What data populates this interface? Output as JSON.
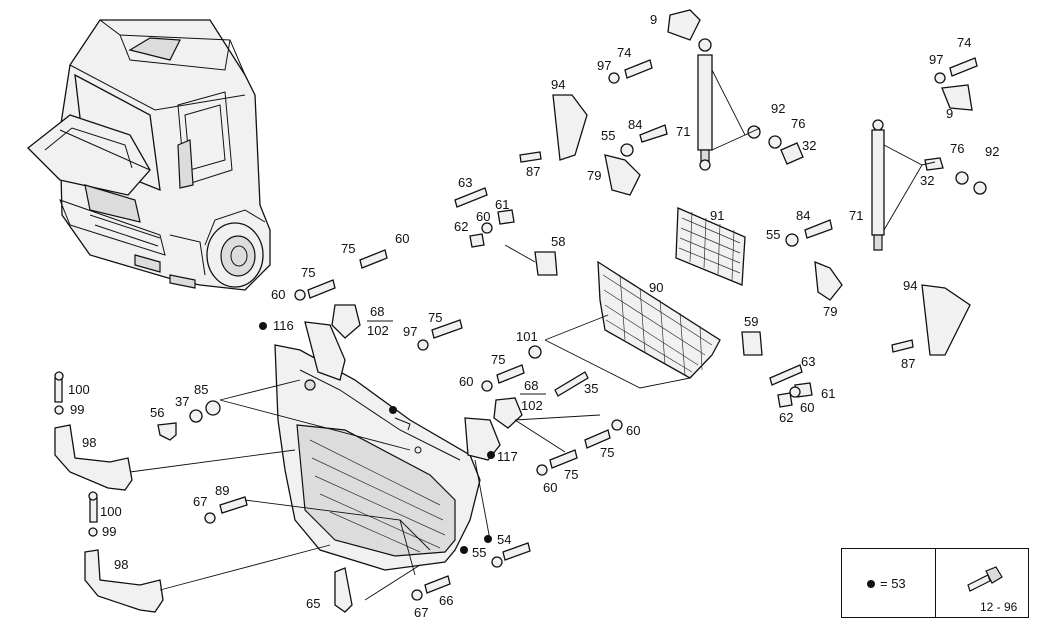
{
  "diagram": {
    "labels": [
      {
        "id": "p9a",
        "text": "9"
      },
      {
        "id": "p97a",
        "text": "97"
      },
      {
        "id": "p74a",
        "text": "74"
      },
      {
        "id": "p94a",
        "text": "94"
      },
      {
        "id": "p87a",
        "text": "87"
      },
      {
        "id": "p55a",
        "text": "55"
      },
      {
        "id": "p84a",
        "text": "84"
      },
      {
        "id": "p71a",
        "text": "71"
      },
      {
        "id": "p79a",
        "text": "79"
      },
      {
        "id": "p92a",
        "text": "92"
      },
      {
        "id": "p76a",
        "text": "76"
      },
      {
        "id": "p32a",
        "text": "32"
      },
      {
        "id": "p97b",
        "text": "97"
      },
      {
        "id": "p74b",
        "text": "74"
      },
      {
        "id": "p9b",
        "text": "9"
      },
      {
        "id": "p76b",
        "text": "76"
      },
      {
        "id": "p92b",
        "text": "92"
      },
      {
        "id": "p32b",
        "text": "32"
      },
      {
        "id": "p71b",
        "text": "71"
      },
      {
        "id": "p84b",
        "text": "84"
      },
      {
        "id": "p55b",
        "text": "55"
      },
      {
        "id": "p79b",
        "text": "79"
      },
      {
        "id": "p91",
        "text": "91"
      },
      {
        "id": "p94b",
        "text": "94"
      },
      {
        "id": "p87b",
        "text": "87"
      },
      {
        "id": "p63a",
        "text": "63"
      },
      {
        "id": "p61a",
        "text": "61"
      },
      {
        "id": "p60a",
        "text": "60"
      },
      {
        "id": "p62a",
        "text": "62"
      },
      {
        "id": "p58",
        "text": "58"
      },
      {
        "id": "p75a",
        "text": "75"
      },
      {
        "id": "p60b",
        "text": "60"
      },
      {
        "id": "p75b",
        "text": "75"
      },
      {
        "id": "p60c",
        "text": "60"
      },
      {
        "id": "p68a",
        "text": "68"
      },
      {
        "id": "p102a",
        "text": "102"
      },
      {
        "id": "p116",
        "text": "116"
      },
      {
        "id": "p97c",
        "text": "97"
      },
      {
        "id": "p75c",
        "text": "75"
      },
      {
        "id": "p90",
        "text": "90"
      },
      {
        "id": "p101",
        "text": "101"
      },
      {
        "id": "p59",
        "text": "59"
      },
      {
        "id": "p63b",
        "text": "63"
      },
      {
        "id": "p75d",
        "text": "75"
      },
      {
        "id": "p60d",
        "text": "60"
      },
      {
        "id": "p35",
        "text": "35"
      },
      {
        "id": "p68b",
        "text": "68"
      },
      {
        "id": "p102b",
        "text": "102"
      },
      {
        "id": "p61b",
        "text": "61"
      },
      {
        "id": "p62b",
        "text": "62"
      },
      {
        "id": "p60e",
        "text": "60"
      },
      {
        "id": "p100a",
        "text": "100"
      },
      {
        "id": "p99a",
        "text": "99"
      },
      {
        "id": "p85",
        "text": "85"
      },
      {
        "id": "p37",
        "text": "37"
      },
      {
        "id": "p56",
        "text": "56"
      },
      {
        "id": "p98a",
        "text": "98"
      },
      {
        "id": "p60f",
        "text": "60"
      },
      {
        "id": "p75e",
        "text": "75"
      },
      {
        "id": "p117",
        "text": "117"
      },
      {
        "id": "p60g",
        "text": "60"
      },
      {
        "id": "p75f",
        "text": "75"
      },
      {
        "id": "p89",
        "text": "89"
      },
      {
        "id": "p67a",
        "text": "67"
      },
      {
        "id": "p100b",
        "text": "100"
      },
      {
        "id": "p99b",
        "text": "99"
      },
      {
        "id": "p54",
        "text": "54"
      },
      {
        "id": "p55c",
        "text": "55"
      },
      {
        "id": "p98b",
        "text": "98"
      },
      {
        "id": "p65",
        "text": "65"
      },
      {
        "id": "p67b",
        "text": "67"
      },
      {
        "id": "p66",
        "text": "66"
      }
    ]
  },
  "legend": {
    "dot_meaning": "= 53",
    "code": "12 - 96"
  },
  "colors": {
    "ink": "#111111",
    "part_fill": "#f1f1f1",
    "background": "#ffffff"
  }
}
